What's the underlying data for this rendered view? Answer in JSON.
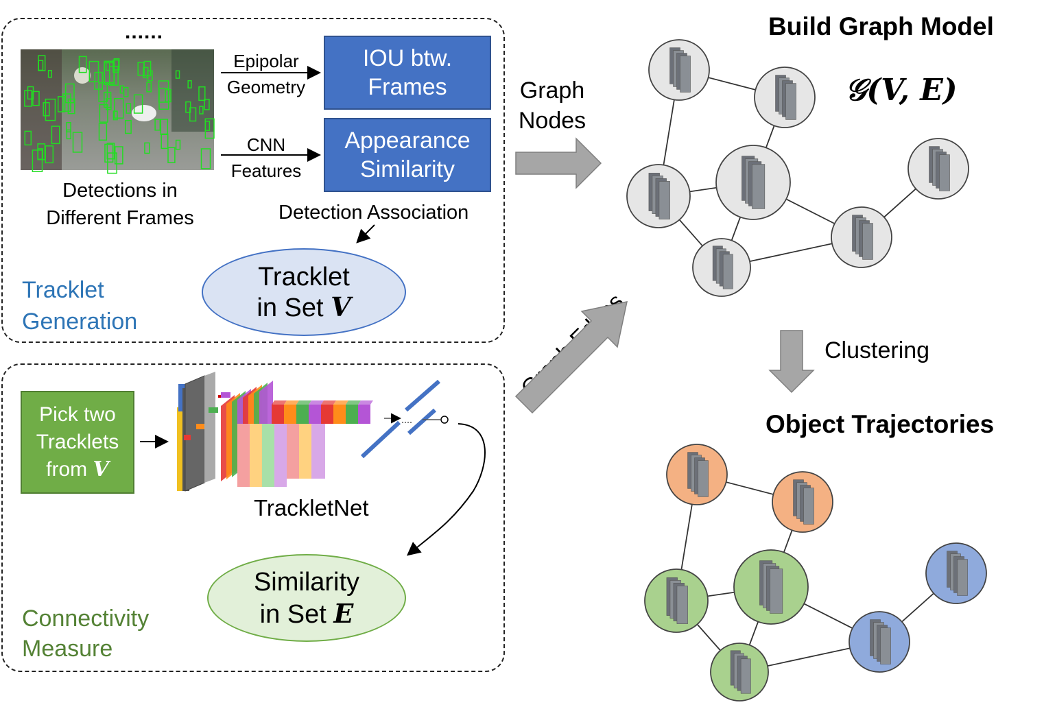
{
  "top_panel": {
    "ellipsis": "......",
    "epipolar_label_1": "Epipolar",
    "epipolar_label_2": "Geometry",
    "cnn_label_1": "CNN",
    "cnn_label_2": "Features",
    "iou_box_1": "IOU btw.",
    "iou_box_2": "Frames",
    "appearance_box_1": "Appearance",
    "appearance_box_2": "Similarity",
    "detections_caption_1": "Detections in",
    "detections_caption_2": "Different Frames",
    "detection_association": "Detection Association",
    "tracklet_ellipse_1": "Tracklet",
    "tracklet_ellipse_2": "in Set",
    "tracklet_ellipse_symbol": "V",
    "section_title_1": "Tracklet",
    "section_title_2": "Generation"
  },
  "bottom_panel": {
    "pick_box_1": "Pick two",
    "pick_box_2": "Tracklets",
    "pick_box_3": "from",
    "pick_box_symbol": "V",
    "network_caption": "TrackletNet",
    "similarity_ellipse_1": "Similarity",
    "similarity_ellipse_2": "in Set",
    "similarity_ellipse_symbol": "E",
    "section_title_1": "Connectivity",
    "section_title_2": "Measure"
  },
  "middle": {
    "graph_nodes_1": "Graph",
    "graph_nodes_2": "Nodes",
    "graph_edges": "Graph Edges"
  },
  "right": {
    "build_title": "Build Graph Model",
    "formula": "𝒢(V, E)",
    "clustering": "Clustering",
    "trajectories_title": "Object Trajectories"
  },
  "colors": {
    "blue_box": "#4472c4",
    "green_box": "#70ad47",
    "tracklet_title": "#2e75b6",
    "connectivity_title": "#548235",
    "node_gray": "#e6e6e6",
    "node_orange": "#f4b183",
    "node_green": "#a9d18e",
    "node_blue": "#8faadc",
    "arrow_gray": "#a6a6a6"
  }
}
